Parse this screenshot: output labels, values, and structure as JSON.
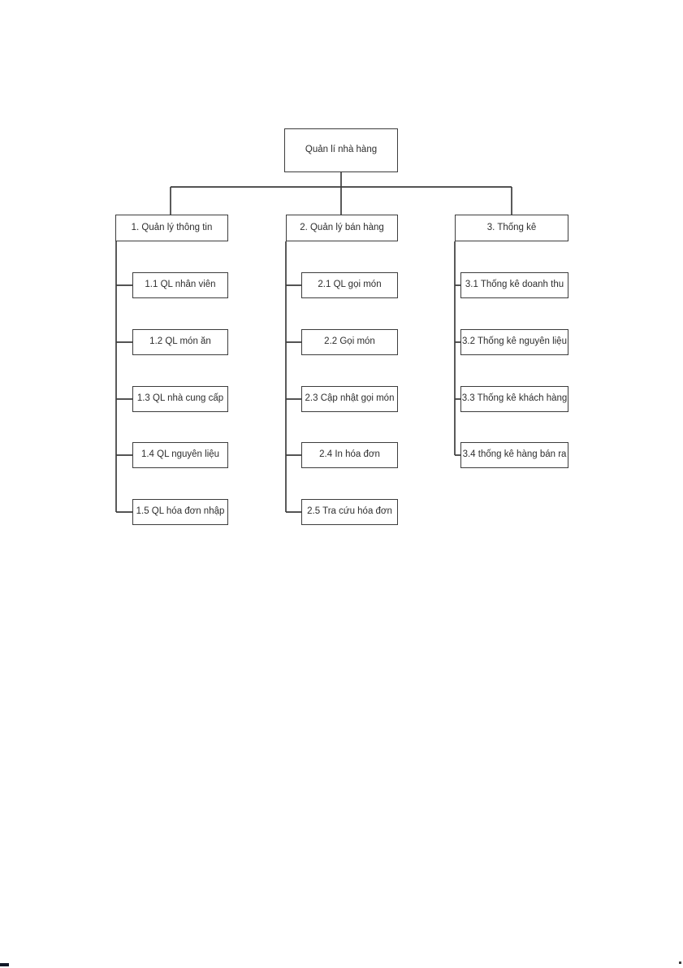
{
  "diagram": {
    "root": "Quản lí nhà hàng",
    "branches": [
      {
        "label": "1. Quản lý thông tin",
        "children": [
          "1.1 QL nhân viên",
          "1.2 QL món ăn",
          "1.3 QL nhà cung cấp",
          "1.4 QL nguyên liệu",
          "1.5 QL hóa đơn nhập"
        ]
      },
      {
        "label": "2. Quản lý bán hàng",
        "children": [
          "2.1 QL gọi món",
          "2.2 Gọi món",
          "2.3 Cập nhật gọi món",
          "2.4 In hóa đơn",
          "2.5 Tra cứu hóa đơn"
        ]
      },
      {
        "label": "3. Thống kê",
        "children": [
          "3.1 Thống kê doanh thu",
          "3.2 Thống kê nguyên liệu",
          "3.3 Thống kê khách hàng",
          "3.4 thống kê hàng bán ra"
        ]
      }
    ],
    "line_color": "#3d3d3d",
    "box_border_color": "#3d3d3d",
    "text_color": "#2e2e2e",
    "background": "#ffffff"
  }
}
